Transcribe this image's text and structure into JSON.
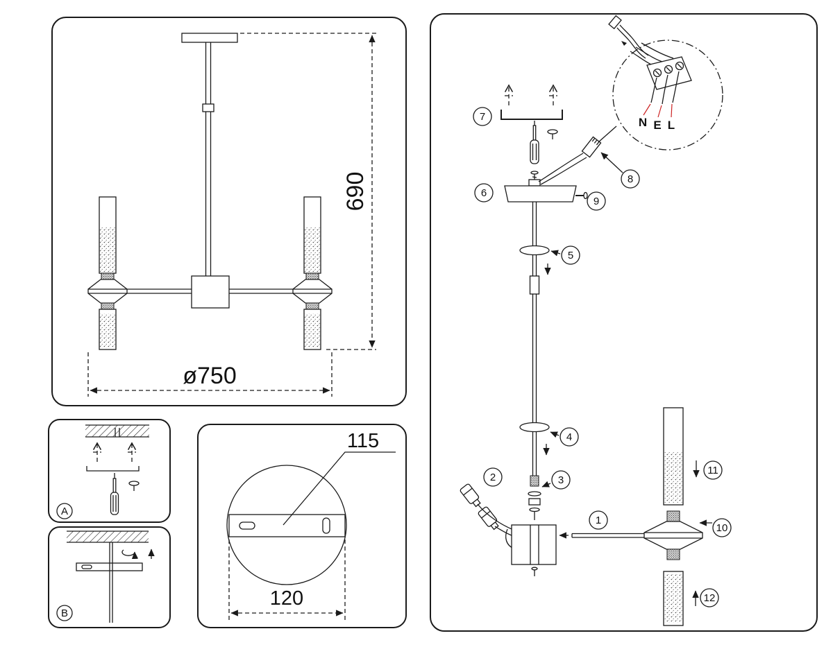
{
  "sheet": {
    "background": "#ffffff",
    "line_color": "#1a1a1a",
    "accent_red": "#cc2222"
  },
  "main_view": {
    "dim_height": "690",
    "dim_diameter": "ø750"
  },
  "detail_a": {
    "label": "A"
  },
  "detail_b": {
    "label": "B"
  },
  "plate_view": {
    "dim_plate_offset": "115",
    "dim_plate_width": "120"
  },
  "assembly_view": {
    "steps": [
      "1",
      "2",
      "3",
      "4",
      "5",
      "6",
      "7",
      "8",
      "9",
      "10",
      "11",
      "12"
    ],
    "wires": {
      "neutral": "N",
      "earth": "E",
      "live": "L"
    }
  }
}
